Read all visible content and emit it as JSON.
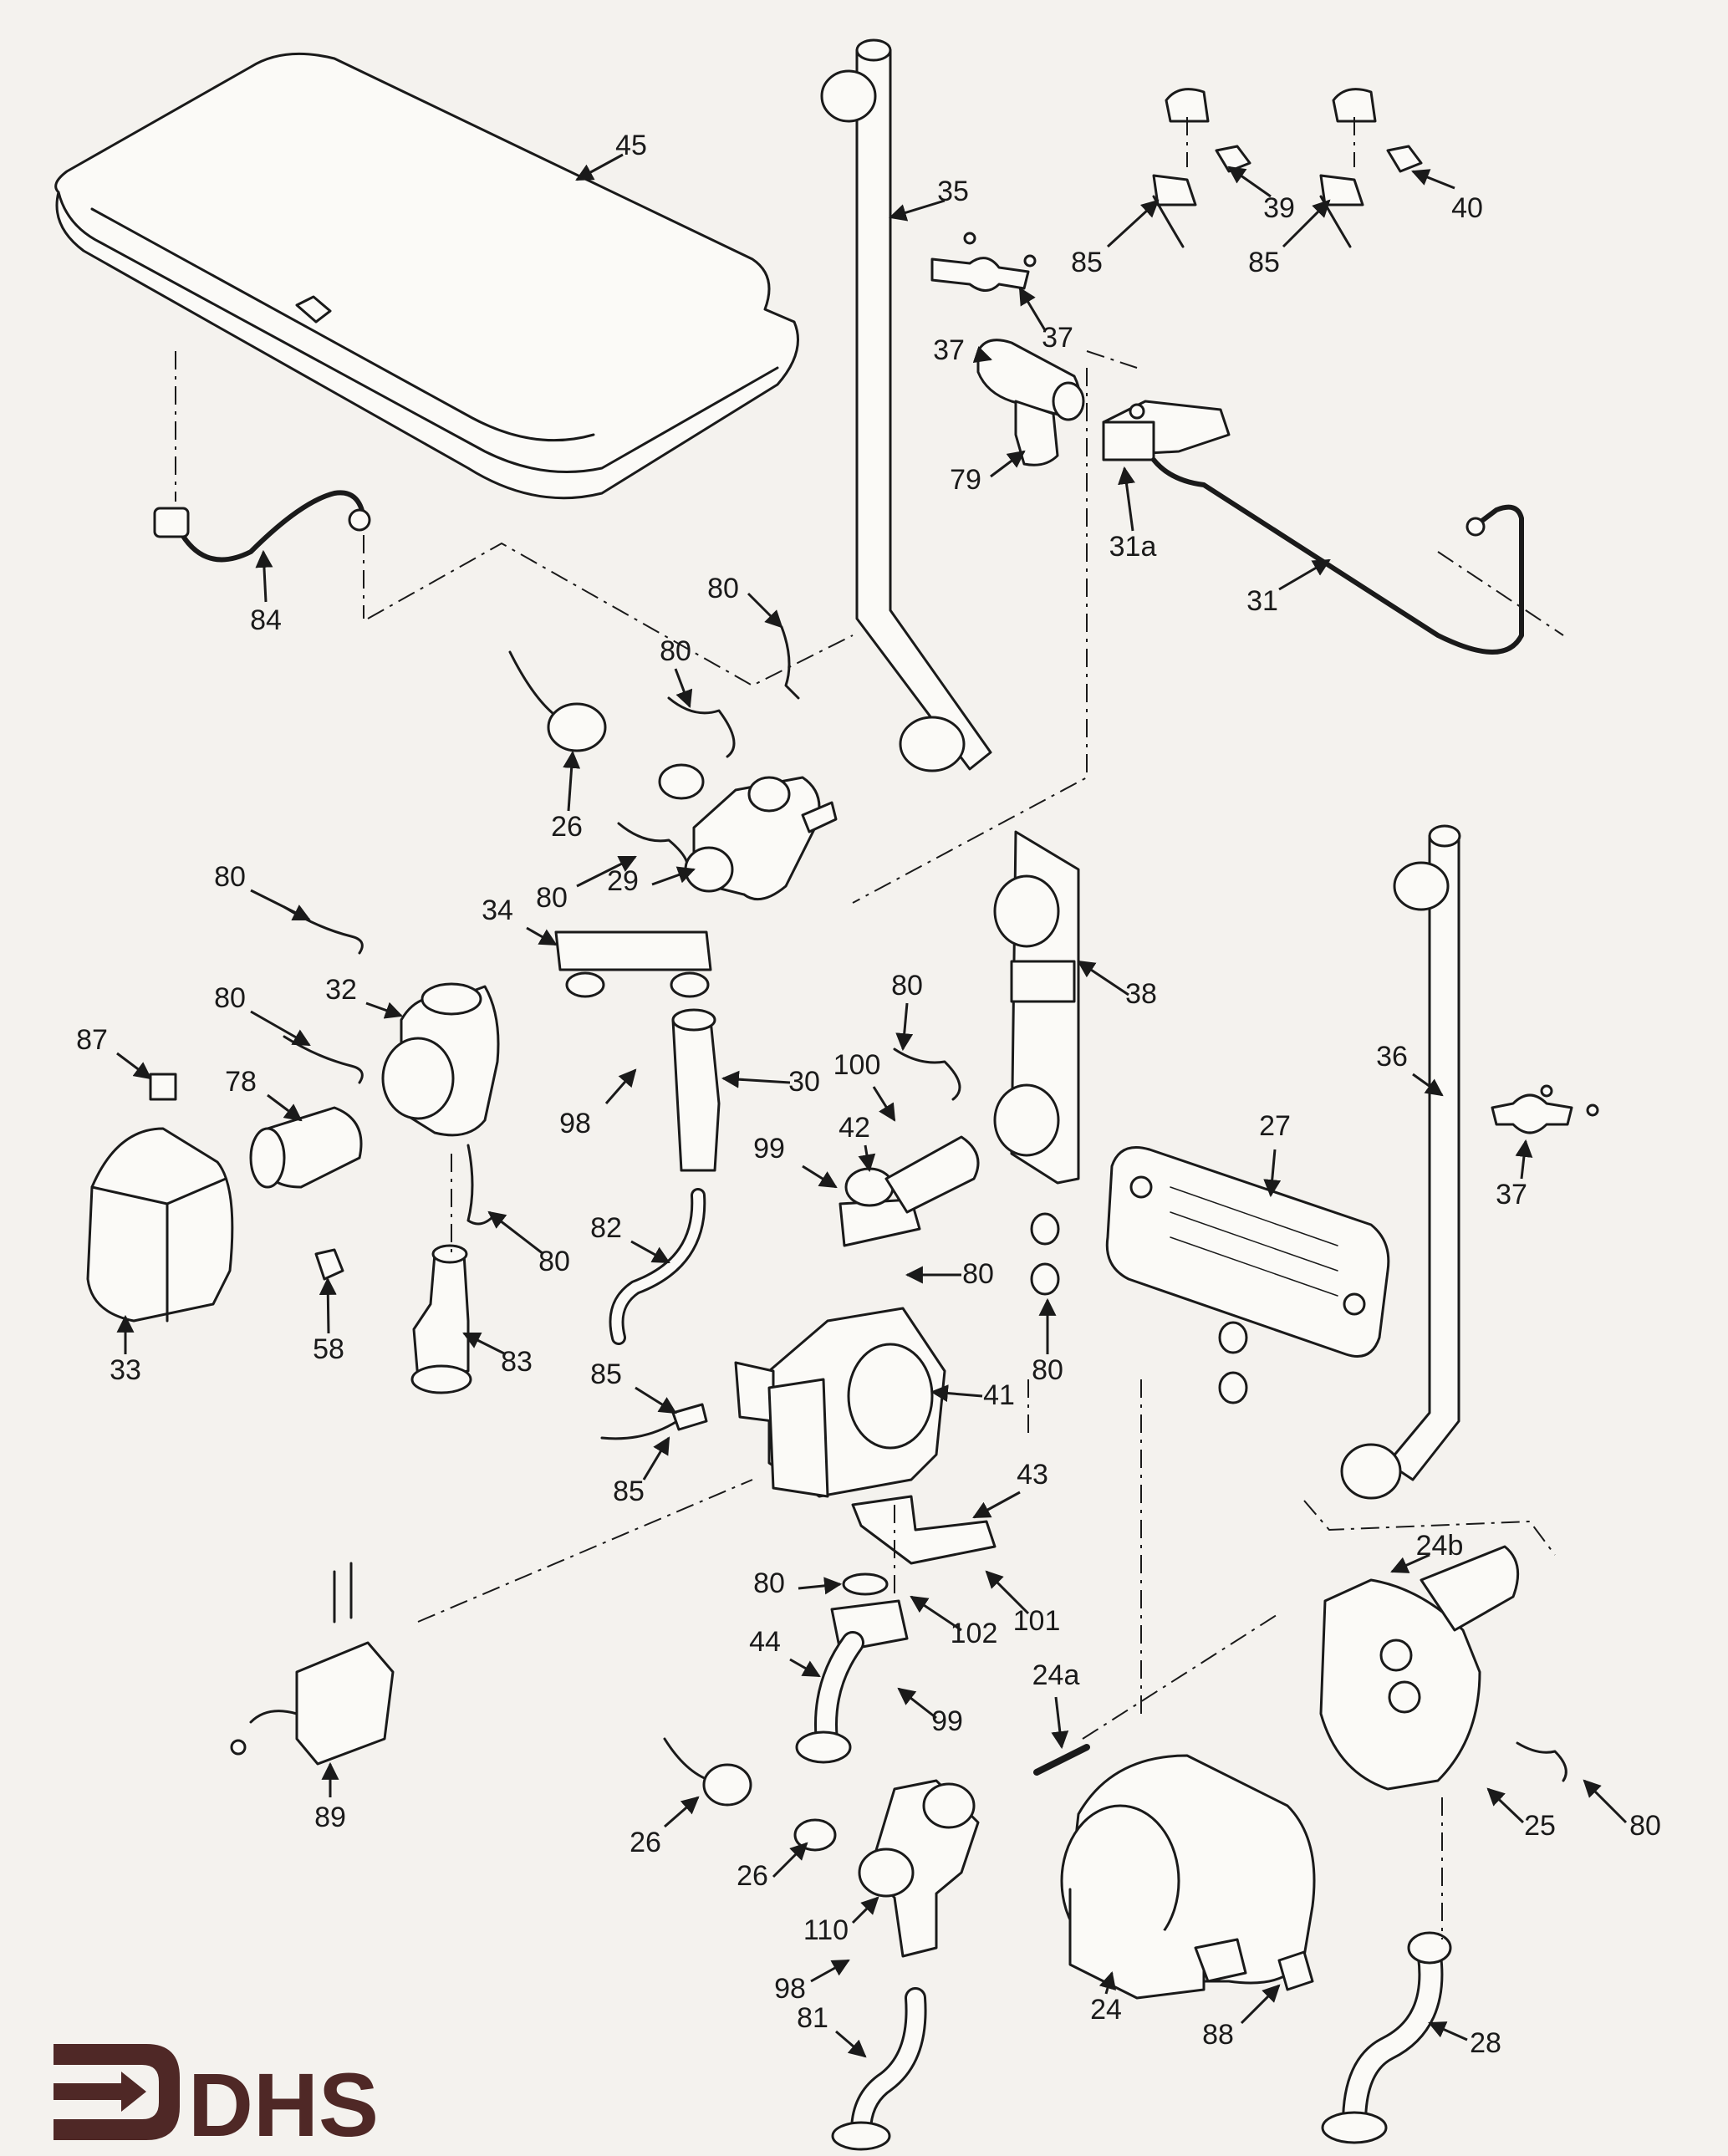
{
  "brand": {
    "logo_text": "DHS",
    "logo_color": "#4f2826",
    "icon": "arrow-into-bracket-icon"
  },
  "parts": [
    {
      "id": "45",
      "label": "45",
      "name": "expansion-vessel"
    },
    {
      "id": "35",
      "label": "35",
      "name": "flow-pipe"
    },
    {
      "id": "39",
      "label": "39",
      "name": "sensor"
    },
    {
      "id": "40",
      "label": "40",
      "name": "sensor"
    },
    {
      "id": "85a",
      "label": "85",
      "name": "clip"
    },
    {
      "id": "85b",
      "label": "85",
      "name": "clip"
    },
    {
      "id": "37a",
      "label": "37",
      "name": "pipe-clamp"
    },
    {
      "id": "37b",
      "label": "37",
      "name": "valve"
    },
    {
      "id": "79",
      "label": "79",
      "name": "elbow"
    },
    {
      "id": "31a",
      "label": "31a",
      "name": "pressure-switch"
    },
    {
      "id": "31",
      "label": "31",
      "name": "capillary-pipe"
    },
    {
      "id": "84",
      "label": "84",
      "name": "flexible-hose"
    },
    {
      "id": "80a",
      "label": "80",
      "name": "retaining-clip"
    },
    {
      "id": "80b",
      "label": "80",
      "name": "retaining-clip"
    },
    {
      "id": "26a",
      "label": "26",
      "name": "thermistor"
    },
    {
      "id": "80c",
      "label": "80",
      "name": "retaining-clip"
    },
    {
      "id": "29",
      "label": "29",
      "name": "valve-body"
    },
    {
      "id": "80d",
      "label": "80",
      "name": "retaining-clip"
    },
    {
      "id": "34",
      "label": "34",
      "name": "manifold"
    },
    {
      "id": "80e",
      "label": "80",
      "name": "retaining-clip"
    },
    {
      "id": "32",
      "label": "32",
      "name": "diverter-valve"
    },
    {
      "id": "87",
      "label": "87",
      "name": "connector"
    },
    {
      "id": "78",
      "label": "78",
      "name": "actuator"
    },
    {
      "id": "33",
      "label": "33",
      "name": "actuator-cover"
    },
    {
      "id": "80f",
      "label": "80",
      "name": "retaining-clip"
    },
    {
      "id": "58",
      "label": "58",
      "name": "drain-plug"
    },
    {
      "id": "83",
      "label": "83",
      "name": "pipe-fitting"
    },
    {
      "id": "98a",
      "label": "98",
      "name": "screw"
    },
    {
      "id": "30",
      "label": "30",
      "name": "flow-sensor"
    },
    {
      "id": "82",
      "label": "82",
      "name": "pipe"
    },
    {
      "id": "80g",
      "label": "80",
      "name": "retaining-clip"
    },
    {
      "id": "100",
      "label": "100",
      "name": "screw"
    },
    {
      "id": "42",
      "label": "42",
      "name": "gas-inlet"
    },
    {
      "id": "99a",
      "label": "99",
      "name": "screw"
    },
    {
      "id": "80h",
      "label": "80",
      "name": "o-ring"
    },
    {
      "id": "38",
      "label": "38",
      "name": "support-bracket"
    },
    {
      "id": "36",
      "label": "36",
      "name": "return-pipe"
    },
    {
      "id": "37c",
      "label": "37",
      "name": "pipe-clamp"
    },
    {
      "id": "27",
      "label": "27",
      "name": "plate-heat-exchanger"
    },
    {
      "id": "80i",
      "label": "80",
      "name": "o-ring"
    },
    {
      "id": "41",
      "label": "41",
      "name": "gas-valve"
    },
    {
      "id": "85c",
      "label": "85",
      "name": "wire"
    },
    {
      "id": "85d",
      "label": "85",
      "name": "connector"
    },
    {
      "id": "43",
      "label": "43",
      "name": "bracket"
    },
    {
      "id": "80j",
      "label": "80",
      "name": "o-ring"
    },
    {
      "id": "102",
      "label": "102",
      "name": "screw"
    },
    {
      "id": "101",
      "label": "101",
      "name": "screw"
    },
    {
      "id": "44",
      "label": "44",
      "name": "gas-pipe"
    },
    {
      "id": "99b",
      "label": "99",
      "name": "screw"
    },
    {
      "id": "24b",
      "label": "24b",
      "name": "pump-head"
    },
    {
      "id": "24a",
      "label": "24a",
      "name": "bleed-screw"
    },
    {
      "id": "89",
      "label": "89",
      "name": "ignitor"
    },
    {
      "id": "26b",
      "label": "26",
      "name": "thermistor"
    },
    {
      "id": "26c",
      "label": "26",
      "name": "thermistor"
    },
    {
      "id": "110",
      "label": "110",
      "name": "valve"
    },
    {
      "id": "98b",
      "label": "98",
      "name": "screw"
    },
    {
      "id": "81",
      "label": "81",
      "name": "pipe"
    },
    {
      "id": "25",
      "label": "25",
      "name": "pump-body"
    },
    {
      "id": "80k",
      "label": "80",
      "name": "retaining-clip"
    },
    {
      "id": "24",
      "label": "24",
      "name": "pump"
    },
    {
      "id": "88",
      "label": "88",
      "name": "pump-connector"
    },
    {
      "id": "28",
      "label": "28",
      "name": "pipe"
    }
  ]
}
